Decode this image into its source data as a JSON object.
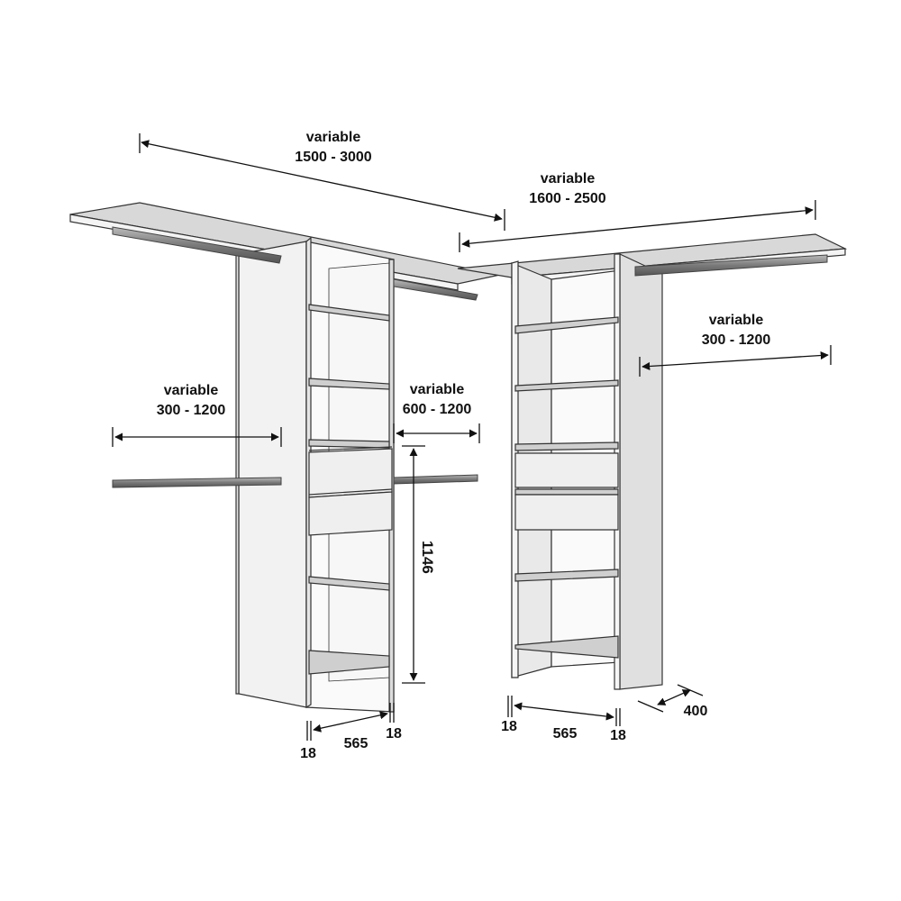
{
  "labels": {
    "top_left_a": "variable",
    "top_left_b": "1500 - 3000",
    "top_right_a": "variable",
    "top_right_b": "1600 - 2500",
    "right_a": "variable",
    "right_b": "300 - 1200",
    "left_a": "variable",
    "left_b": "300 - 1200",
    "mid_a": "variable",
    "mid_b": "600 - 1200",
    "height": "1146",
    "left_panel_a": "18",
    "left_width": "565",
    "left_panel_b": "18",
    "right_panel_a": "18",
    "right_width": "565",
    "right_panel_b": "18",
    "depth": "400"
  },
  "colors": {
    "line": "#333333",
    "panel_face": "#ffffff",
    "panel_side": "#e9e9e9",
    "shelf_top": "#cfcfcf",
    "rod": "#8d8d8d"
  }
}
